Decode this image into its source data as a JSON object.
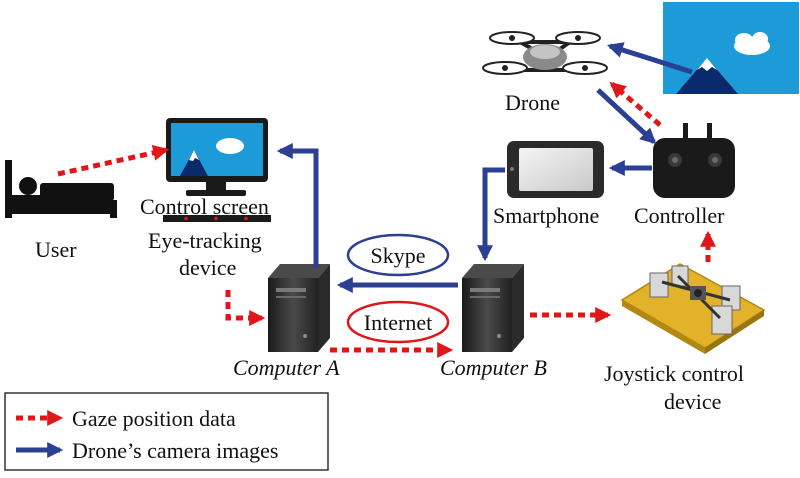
{
  "labels": {
    "user": "User",
    "control_screen": "Control screen",
    "eye_tracking_line1": "Eye-tracking",
    "eye_tracking_line2": "device",
    "computer_a": "Computer A",
    "computer_b": "Computer B",
    "skype": "Skype",
    "internet": "Internet",
    "drone": "Drone",
    "smartphone": "Smartphone",
    "controller": "Controller",
    "joystick_line1": "Joystick control",
    "joystick_line2": "device"
  },
  "legend": {
    "gaze": "Gaze position data",
    "camera": "Drone’s camera images"
  },
  "colors": {
    "gaze_arrow": "#e0161b",
    "camera_arrow": "#2b3f93",
    "sky": "#1d9bd9",
    "skype_ellipse": "#2b3f93",
    "internet_ellipse": "#e0161b",
    "board": "#e2b22a"
  }
}
